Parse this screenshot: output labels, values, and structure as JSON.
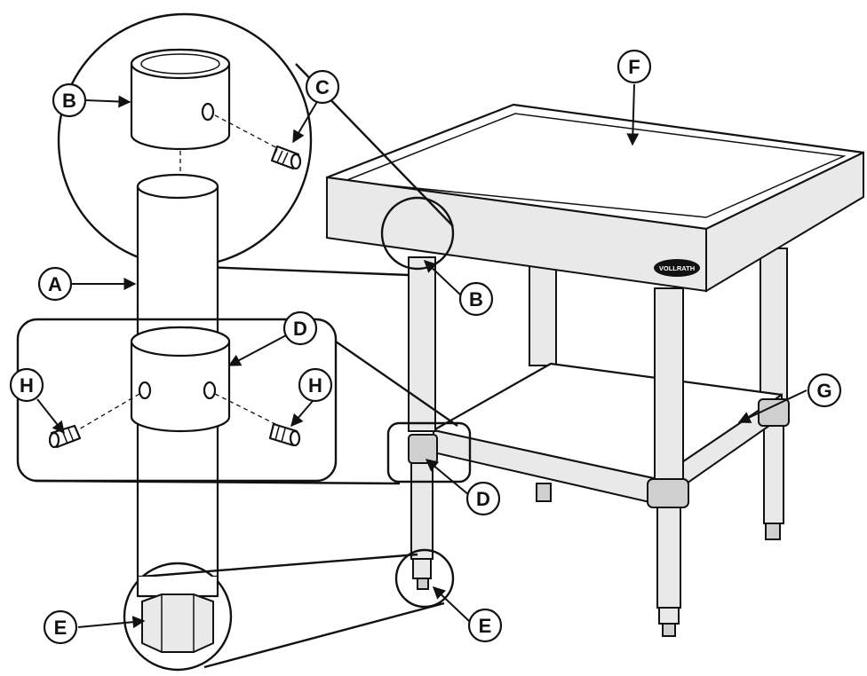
{
  "labels": {
    "A": "A",
    "B": "B",
    "C": "C",
    "D": "D",
    "E": "E",
    "F": "F",
    "G": "G",
    "H": "H"
  },
  "logo": {
    "text": "VOLLRATH"
  },
  "colors": {
    "line": "#111111",
    "fill": "#ffffff",
    "shade": "#e9e9e9",
    "logo_fill": "#111111"
  }
}
